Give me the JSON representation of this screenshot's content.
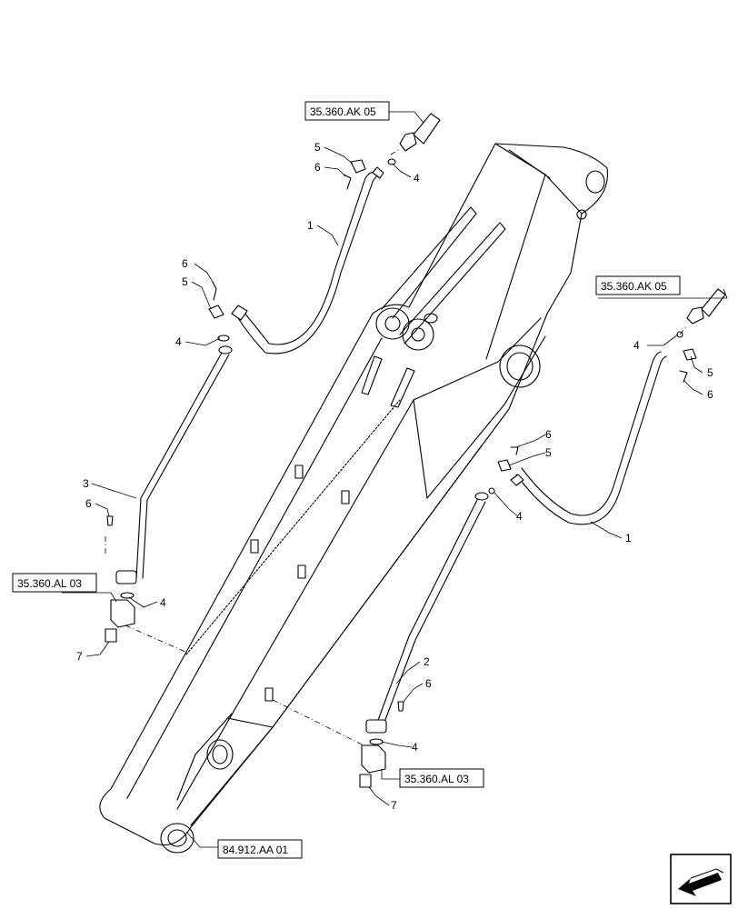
{
  "references": {
    "r1": "35.360.AK 05",
    "r2": "35.360.AK 05",
    "r3": "35.360.AL 03",
    "r4": "35.360.AL 03",
    "r5": "84.912.AA 01"
  },
  "callouts": {
    "c1": "5",
    "c2": "6",
    "c3": "4",
    "c4": "1",
    "c5": "6",
    "c6": "5",
    "c7": "4",
    "c8": "3",
    "c9": "6",
    "c10": "4",
    "c11": "7",
    "c12": "4",
    "c13": "5",
    "c14": "6",
    "c15": "6",
    "c16": "5",
    "c17": "4",
    "c18": "1",
    "c19": "2",
    "c20": "6",
    "c21": "4",
    "c22": "7"
  },
  "icons": {
    "nav": "arrow-left-icon"
  },
  "colors": {
    "line": "#000000",
    "background": "#ffffff"
  }
}
